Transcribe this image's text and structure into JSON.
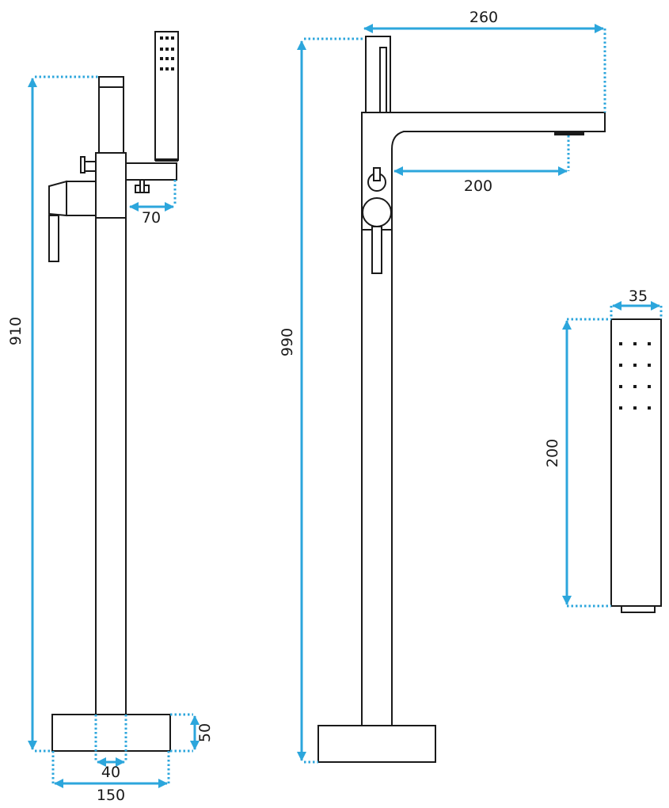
{
  "colors": {
    "outline": "#1a1a1a",
    "dimension": "#2ca6dc",
    "background": "#ffffff"
  },
  "dimensions": {
    "left_height": "910",
    "left_spout_depth": "70",
    "left_base_height": "50",
    "left_pipe_width": "40",
    "left_base_width": "150",
    "center_height": "990",
    "center_spout_reach": "260",
    "center_spout_outlet": "200",
    "handshower_width": "35",
    "handshower_length": "200"
  }
}
